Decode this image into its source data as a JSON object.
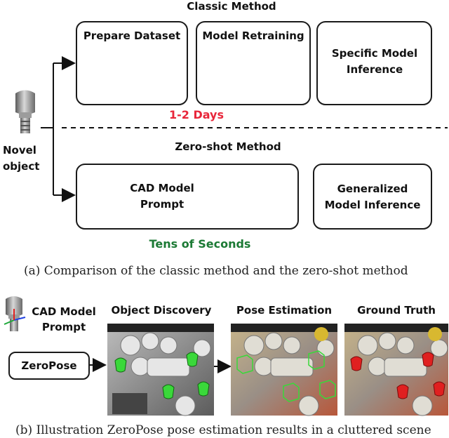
{
  "panel_a": {
    "classic_title": "Classic Method",
    "prepare_dataset": "Prepare Dataset",
    "model_retraining": "Model Retraining",
    "specific_inference": "Specific Model Inference",
    "classic_time": "1-2 Days",
    "zero_shot_title": "Zero-shot Method",
    "cad_prompt": "CAD Model Prompt",
    "generalized_inference": "Generalized Model Inference",
    "zero_shot_time": "Tens of Seconds",
    "novel_object": "Novel object",
    "caption": "(a) Comparison of the classic method and the zero-shot method"
  },
  "panel_b": {
    "cad_prompt": "CAD Model Prompt",
    "zeropose": "ZeroPose",
    "object_discovery": "Object Discovery",
    "pose_estimation": "Pose Estimation",
    "ground_truth": "Ground Truth",
    "caption": "(b) Illustration ZeroPose pose estimation results in a cluttered scene"
  },
  "colors": {
    "classic_time": "#e8263a",
    "zero_shot_time": "#1c7a35",
    "axis_x": "#e02020",
    "axis_y": "#1fa83a",
    "axis_z": "#2040e0",
    "discovery_mask": "#3ad83a",
    "gt_mask": "#e02020"
  }
}
